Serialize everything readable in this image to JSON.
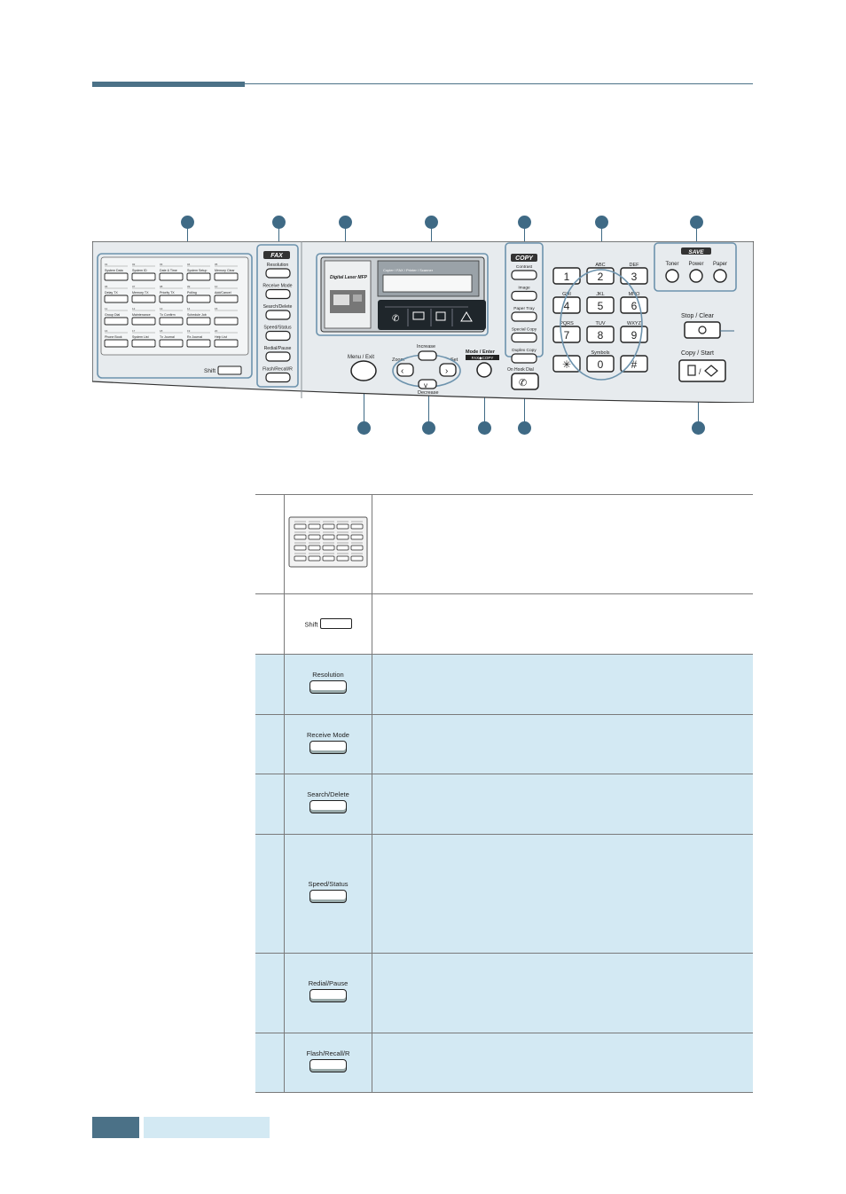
{
  "panel": {
    "onetouch_labels": [
      [
        "System Data",
        "System ID",
        "Date & Time",
        "System Setup",
        "Memory Clear"
      ],
      [
        "Delay TX",
        "Memory TX",
        "Priority TX",
        "Polling",
        "Add/Cancel"
      ],
      [
        "Group Dial",
        "Maintenance",
        "Tx Confirm",
        "Schedule Job",
        ""
      ],
      [
        "Phone Book",
        "System List",
        "Tx Journal",
        "Rx Journal",
        "Help List"
      ]
    ],
    "onetouch_numbers": [
      [
        "01",
        "02",
        "03",
        "04",
        "05"
      ],
      [
        "06",
        "07",
        "08",
        "09",
        "10"
      ],
      [
        "11",
        "12",
        "13",
        "14",
        "15"
      ],
      [
        "16",
        "17",
        "18",
        "19",
        "20"
      ]
    ],
    "shift": "Shift",
    "fax_title": "FAX",
    "fax_buttons": [
      "Resolution",
      "Receive Mode",
      "Search/Delete",
      "Speed/Status",
      "Redial/Pause",
      "Flash/Recall/R"
    ],
    "lcd_brand": "Digital Laser MFP",
    "lcd_modes": "Copier / FAX / Printer / Scanner",
    "menu_exit": "Menu / Exit",
    "increase": "Increase",
    "decrease": "Decrease",
    "zoom": "Zoom",
    "set": "Set",
    "mode_enter": "Mode / Enter",
    "fax_copy": "FAX◆COPY",
    "copy_title": "COPY",
    "copy_buttons": [
      "Contrast",
      "Image",
      "Paper Tray",
      "Special Copy",
      "Duplex Copy"
    ],
    "onhook": "On Hook Dial",
    "keypad": [
      {
        "key": "1",
        "sub": ""
      },
      {
        "key": "2",
        "sub": "ABC"
      },
      {
        "key": "3",
        "sub": "DEF"
      },
      {
        "key": "4",
        "sub": "GHI"
      },
      {
        "key": "5",
        "sub": "JKL"
      },
      {
        "key": "6",
        "sub": "MNO"
      },
      {
        "key": "7",
        "sub": "PQRS"
      },
      {
        "key": "8",
        "sub": "TUV"
      },
      {
        "key": "9",
        "sub": "WXYZ"
      },
      {
        "key": "✳",
        "sub": ""
      },
      {
        "key": "0",
        "sub": "Symbols"
      },
      {
        "key": "#",
        "sub": ""
      }
    ],
    "save_title": "SAVE",
    "save_buttons": [
      "Toner",
      "Power",
      "Paper"
    ],
    "stop_clear": "Stop / Clear",
    "copy_start": "Copy / Start"
  },
  "table": {
    "shift_label": "Shift",
    "fax_rows": [
      "Resolution",
      "Receive Mode",
      "Search/Delete",
      "Speed/Status",
      "Redial/Pause",
      "Flash/Recall/R"
    ]
  },
  "colors": {
    "accent": "#4b7187",
    "callout": "#3f6a85",
    "fax_row_bg": "#d3e9f3"
  }
}
